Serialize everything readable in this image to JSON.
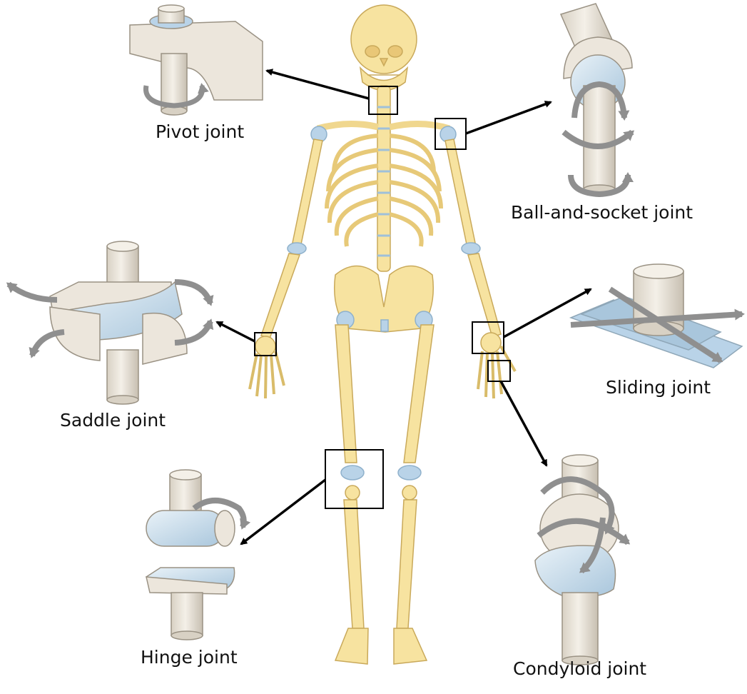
{
  "joints": {
    "pivot": "Pivot joint",
    "ball_and_socket": "Ball-and-socket joint",
    "saddle": "Saddle joint",
    "sliding": "Sliding joint",
    "hinge": "Hinge joint",
    "condyloid": "Condyloid joint"
  },
  "colors": {
    "bone": "#f7e3a0",
    "bone_edge": "#c9a95a",
    "cartilage": "#b9d3e8",
    "model_fill": "#ece6dc",
    "model_edge": "#9a9284",
    "arrow": "#8f8f8f",
    "pointer": "#000000"
  }
}
